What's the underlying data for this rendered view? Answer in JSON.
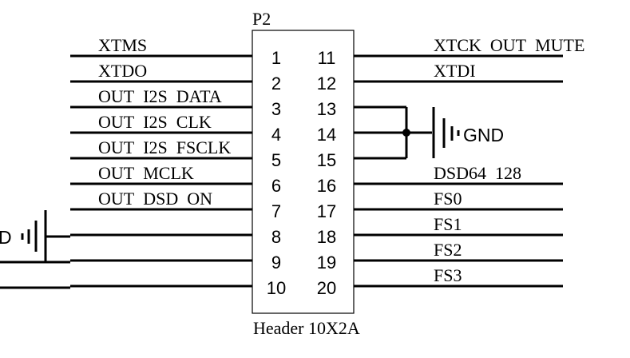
{
  "designator": "P2",
  "part_name": "Header 10X2A",
  "left_pins": [
    {
      "number": "1",
      "net": "XTMS"
    },
    {
      "number": "2",
      "net": "XTDO"
    },
    {
      "number": "3",
      "net": "OUT I2S DATA"
    },
    {
      "number": "4",
      "net": "OUT I2S CLK"
    },
    {
      "number": "5",
      "net": "OUT I2S FSCLK"
    },
    {
      "number": "6",
      "net": "OUT MCLK"
    },
    {
      "number": "7",
      "net": "OUT DSD ON"
    },
    {
      "number": "8",
      "net": ""
    },
    {
      "number": "9",
      "net": ""
    },
    {
      "number": "10",
      "net": ""
    }
  ],
  "right_pins": [
    {
      "number": "11",
      "net": "XTCK OUT MUTE"
    },
    {
      "number": "12",
      "net": "XTDI"
    },
    {
      "number": "13",
      "net": ""
    },
    {
      "number": "14",
      "net": ""
    },
    {
      "number": "15",
      "net": ""
    },
    {
      "number": "16",
      "net": "DSD64 128"
    },
    {
      "number": "17",
      "net": "FS0"
    },
    {
      "number": "18",
      "net": "FS1"
    },
    {
      "number": "19",
      "net": "FS2"
    },
    {
      "number": "20",
      "net": "FS3"
    }
  ],
  "ground_right_label": "GND",
  "ground_left_label": "D"
}
